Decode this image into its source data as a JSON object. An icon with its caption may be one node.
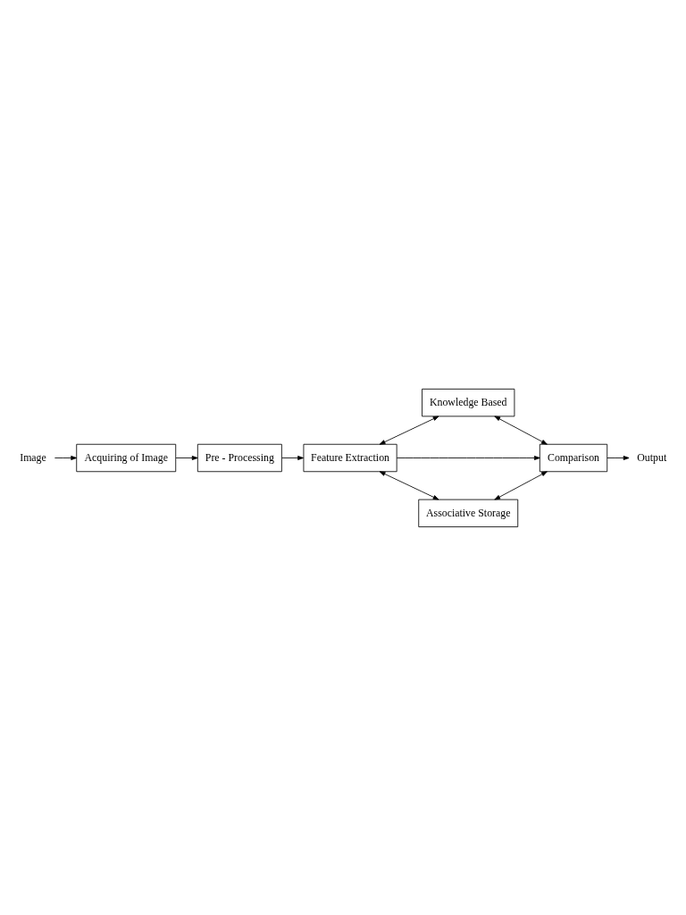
{
  "diagram": {
    "nodes": [
      {
        "text": [
          "Image"
        ]
      },
      {
        "text": [
          "Acquiring of Image"
        ]
      },
      {
        "text": [
          "Pre - Processing"
        ]
      },
      {
        "text": [
          "Feature Extraction"
        ]
      },
      {
        "text": [
          "Knowledge Based"
        ]
      },
      {
        "text": [
          "Comparison"
        ]
      },
      {
        "text": [
          "Associative Storage"
        ]
      },
      {
        "text": [
          "Output"
        ]
      }
    ],
    "edges": [
      {
        "from": 0,
        "to": 1,
        "arrow": "to"
      },
      {
        "from": 1,
        "to": 2,
        "arrow": "to"
      },
      {
        "from": 2,
        "to": 3,
        "arrow": "to"
      },
      {
        "from": 3,
        "to": 4,
        "arrow": "both"
      },
      {
        "from": 4,
        "to": 5,
        "arrow": "both"
      },
      {
        "from": 3,
        "to": 5,
        "arrow": "to"
      },
      {
        "from": 3,
        "to": 6,
        "arrow": "both"
      },
      {
        "from": 6,
        "to": 5,
        "arrow": "both"
      },
      {
        "from": 5,
        "to": 7,
        "arrow": "to"
      }
    ]
  }
}
